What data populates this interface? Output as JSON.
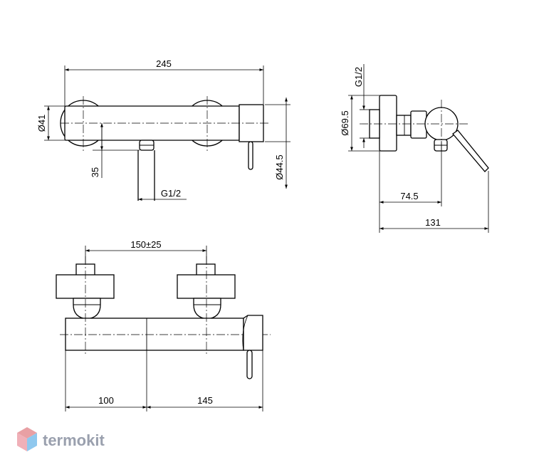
{
  "dimensions": {
    "overall_length": "245",
    "diameter_41": "Ø41",
    "offset_35": "35",
    "thread_bottom": "G1/2",
    "diameter_44_5": "Ø44.5",
    "thread_side": "G1/2",
    "diameter_69_5": "Ø69.5",
    "depth_74_5": "74.5",
    "depth_131": "131",
    "center_distance": "150±25",
    "left_length": "100",
    "right_length": "145"
  },
  "logo": {
    "text": "termokit",
    "colors": {
      "top": "#e8a0a4",
      "left": "#f0b0b8",
      "right": "#8fc8ee",
      "text": "#9aa0ae"
    }
  }
}
